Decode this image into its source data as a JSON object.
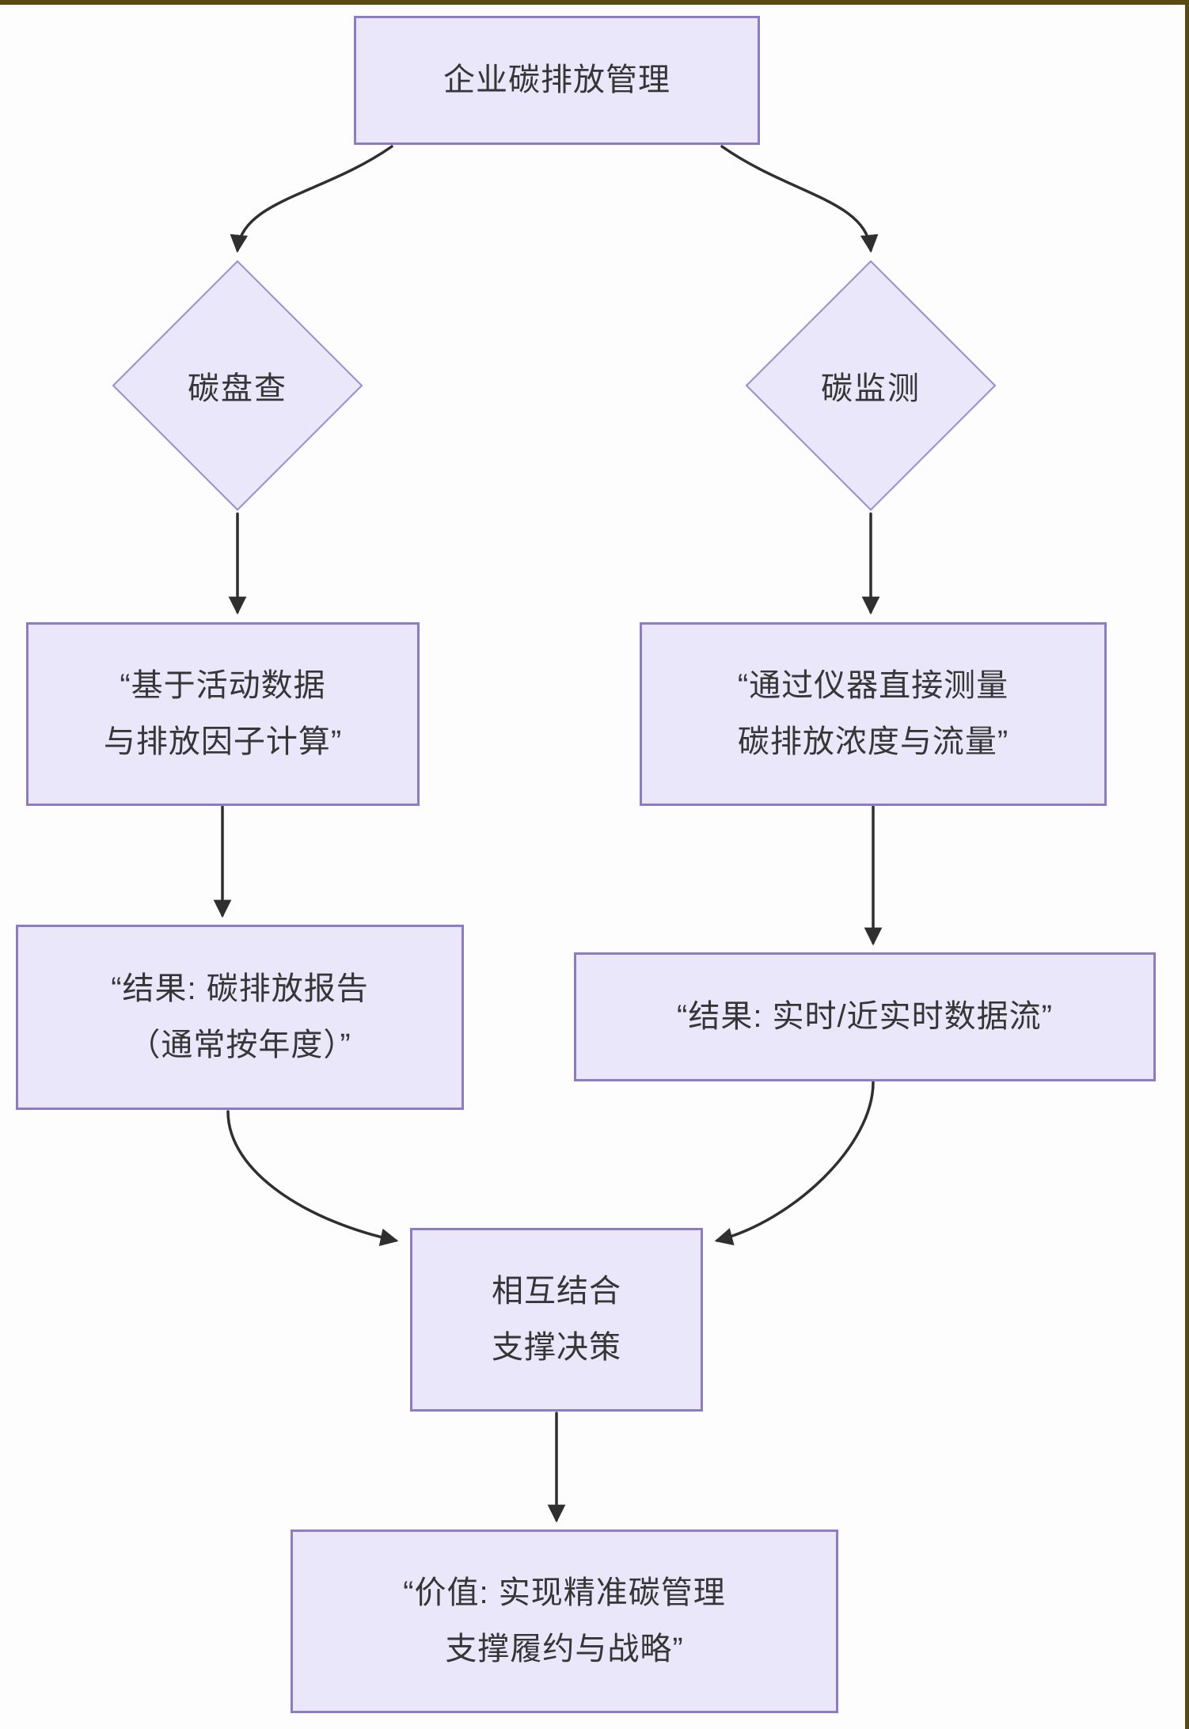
{
  "colors": {
    "node_fill": "#e9e7f9",
    "node_border": "#8d7bc4",
    "diamond_border": "#9a8bd2",
    "text": "#363636",
    "arrow": "#2f2f2f",
    "frame": "#584a10",
    "background": "#fdfdfd"
  },
  "nodes": {
    "root": {
      "label": "企业碳排放管理"
    },
    "inventory": {
      "label": "碳盘查"
    },
    "monitoring": {
      "label": "碳监测"
    },
    "calc": {
      "line1": "“基于活动数据",
      "line2": "与排放因子计算”"
    },
    "measure": {
      "line1": "“通过仪器直接测量",
      "line2": "碳排放浓度与流量”"
    },
    "report": {
      "line1": "“结果: 碳排放报告",
      "line2": "（通常按年度）”"
    },
    "stream": {
      "line1": "“结果: 实时/近实时数据流”"
    },
    "combine": {
      "line1": "相互结合",
      "line2": "支撑决策"
    },
    "value": {
      "line1": "“价值: 实现精准碳管理",
      "line2": "支撑履约与战略”"
    }
  }
}
